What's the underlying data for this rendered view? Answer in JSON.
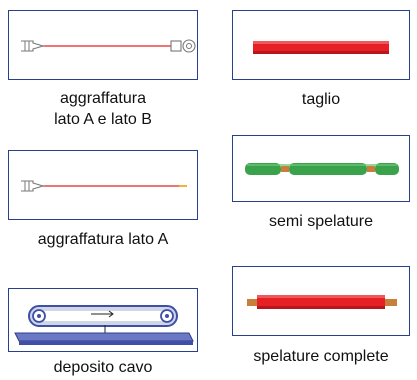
{
  "steps": [
    {
      "id": "crimp-ab",
      "lines": [
        "aggraffatura",
        "lato A e lato B"
      ]
    },
    {
      "id": "cut",
      "lines": [
        "taglio"
      ]
    },
    {
      "id": "crimp-a",
      "lines": [
        "aggraffatura lato A"
      ]
    },
    {
      "id": "semi-strip",
      "lines": [
        "semi spelature"
      ]
    },
    {
      "id": "deposit",
      "lines": [
        "deposito cavo"
      ]
    },
    {
      "id": "full-strip",
      "lines": [
        "spelature complete"
      ]
    }
  ],
  "colors": {
    "border": "#2b3f8f",
    "wire_red": "#e52126",
    "wire_green": "#3aa24a",
    "copper": "#c87f3a",
    "belt": "#3f4fa8"
  }
}
